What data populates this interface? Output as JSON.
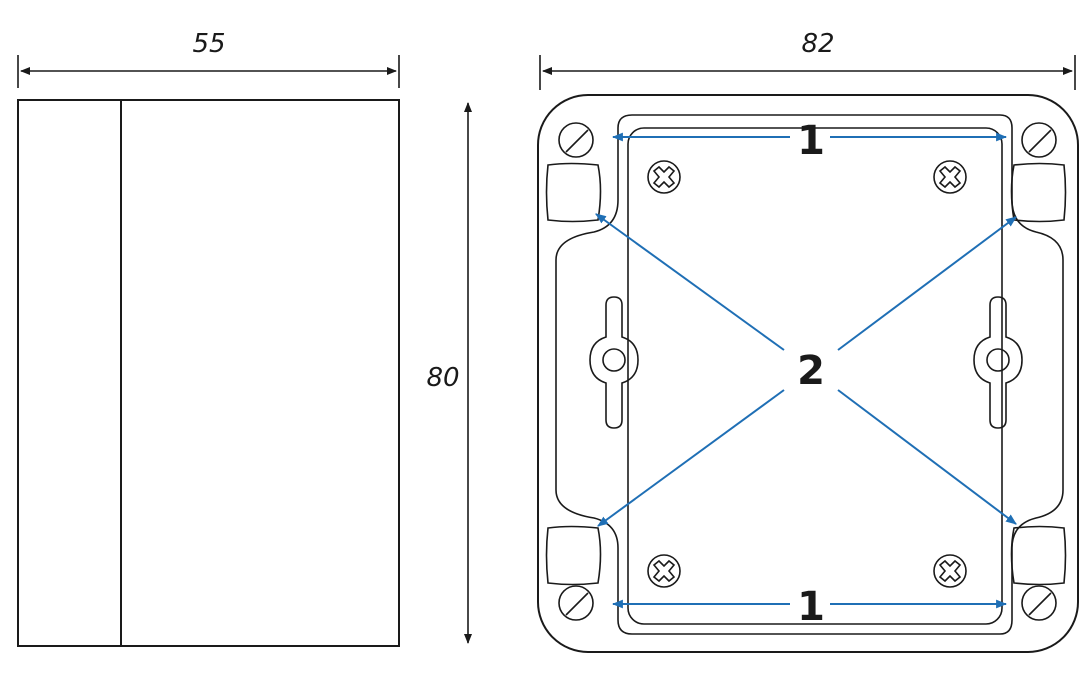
{
  "dimensions": {
    "side_width": "55",
    "height": "80",
    "top_width": "82"
  },
  "callouts": {
    "top": "1",
    "center": "2",
    "bottom": "1"
  },
  "colors": {
    "line": "#1a1a1a",
    "arrow": "#1f6fb5",
    "background": "#ffffff"
  },
  "icons": {
    "corner_screw": "slotted-screw-icon",
    "inner_screw": "cross-screw-icon",
    "keyhole": "keyhole-slot-icon"
  }
}
